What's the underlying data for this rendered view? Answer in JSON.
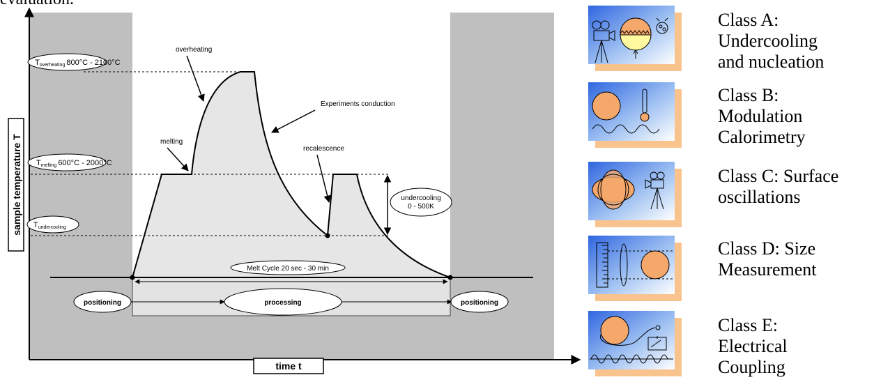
{
  "top_fragment": "evaluation.",
  "diagram": {
    "y_axis_label": "sample temperature T",
    "x_axis_label": "time t",
    "t_overheating": {
      "symbol": "T",
      "subscript": "overheating",
      "range": "800°C - 2100°C"
    },
    "t_melting": {
      "symbol": "T",
      "subscript": "melting",
      "range": "600°C - 2000°C"
    },
    "t_undercooling": {
      "symbol": "T",
      "subscript": "undercooling"
    },
    "label_overheating": "overheating",
    "label_experiments": "Experiments conduction",
    "label_melting": "melting",
    "label_recalescence": "recalescence",
    "undercooling_line1": "undercooling",
    "undercooling_line2": "0  - 500K",
    "melt_cycle": "Melt Cycle 20 sec - 30 min",
    "phase_positioning_left": "positioning",
    "phase_processing": "processing",
    "phase_positioning_right": "positioning"
  },
  "classes": [
    {
      "label": "Class A:\nUndercooling\nand nucleation",
      "icon": "camera-sample-icon"
    },
    {
      "label": "Class B:\nModulation\nCalorimetry",
      "icon": "thermometer-wave-icon"
    },
    {
      "label": "Class C: Surface\noscillations",
      "icon": "oscillating-drop-icon"
    },
    {
      "label": "Class D: Size\nMeasurement",
      "icon": "ruler-lens-icon"
    },
    {
      "label": "Class E:\nElectrical\nCoupling",
      "icon": "coil-coupling-icon"
    }
  ],
  "colors": {
    "chamber_gray": "#bfbfbf",
    "process_fill": "#e6e6e6",
    "sample_orange": "#f5a86c",
    "panel_blue": "#3a74e8",
    "shadow_orange": "#f9c38d"
  }
}
